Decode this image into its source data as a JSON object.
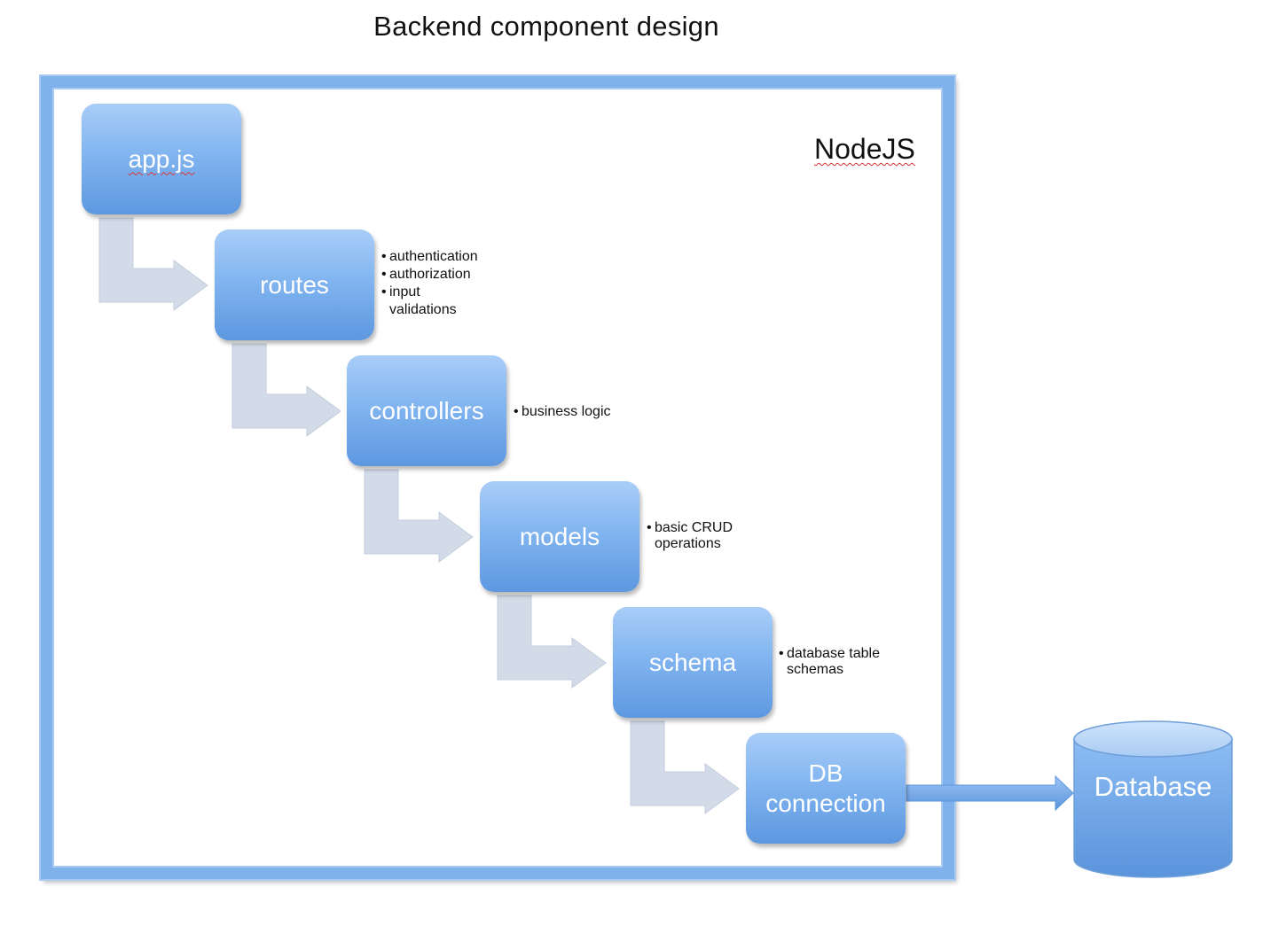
{
  "title": "Backend component design",
  "container_label": "NodeJS",
  "components": [
    {
      "id": "app",
      "label": "app.js",
      "notes": []
    },
    {
      "id": "routes",
      "label": "routes",
      "notes": [
        "authentication",
        "authorization",
        "input\nvalidations"
      ]
    },
    {
      "id": "controllers",
      "label": "controllers",
      "notes": [
        "business logic"
      ]
    },
    {
      "id": "models",
      "label": "models",
      "notes": [
        "basic CRUD\noperations"
      ]
    },
    {
      "id": "schema",
      "label": "schema",
      "notes": [
        "database table\nschemas"
      ]
    },
    {
      "id": "db-connection",
      "label": "DB\nconnection",
      "notes": []
    }
  ],
  "external": {
    "label": "Database"
  },
  "colors": {
    "frame": "#7fb1ea",
    "box_top": "#a9cdf8",
    "box_bottom": "#5d98e0",
    "connector_arrow": "#d2dbe7",
    "db_arrow": "#6aa2e6"
  }
}
